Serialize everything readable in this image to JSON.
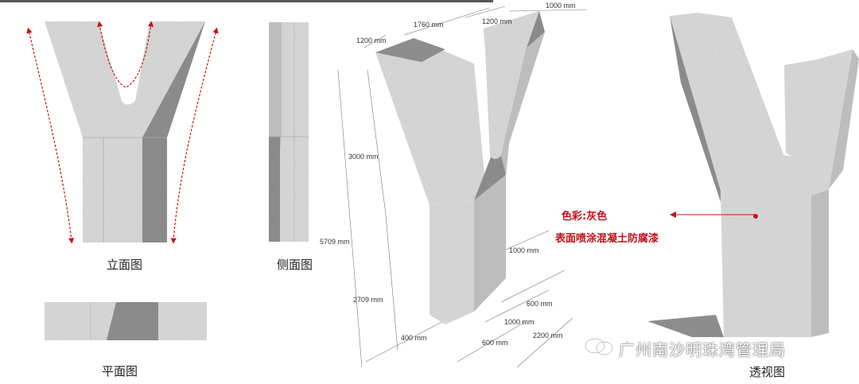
{
  "captions": {
    "front": "立面图",
    "side": "侧面图",
    "plan": "平面图",
    "perspective": "透视图"
  },
  "dimensions": {
    "d1000_top": "1000 mm",
    "d1200_top": "1200 mm",
    "d1760": "1760 mm",
    "d1200_left": "1200 mm",
    "d3000": "3000 mm",
    "d5709": "5709 mm",
    "d2709": "2709 mm",
    "d1000_mid": "1000 mm",
    "d600_a": "600 mm",
    "d1000_low": "1000 mm",
    "d400": "400 mm",
    "d600_b": "600 mm",
    "d2200": "2200 mm"
  },
  "annotation": {
    "color_line": "色彩:灰色",
    "finish_line": "表面喷涂混凝土防腐漆"
  },
  "watermark": {
    "text": "广州南沙明珠湾管理局",
    "icon": "wechat-icon"
  },
  "colors": {
    "concrete_light": "#d6d6d6",
    "concrete_mid": "#c4c4c4",
    "concrete_dark": "#8a8a8a",
    "arrow_red": "#cc1111",
    "annotation_red": "#c0101a"
  }
}
